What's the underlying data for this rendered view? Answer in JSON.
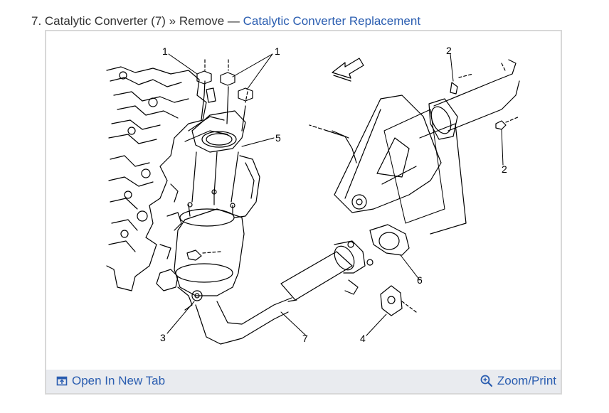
{
  "caption": {
    "prefix": "7. Catalytic Converter (7) » Remove — ",
    "link": "Catalytic Converter Replacement"
  },
  "diagram": {
    "callouts": [
      "1",
      "1",
      "2",
      "2",
      "5",
      "3",
      "7",
      "4",
      "6"
    ]
  },
  "footer": {
    "open_label": "Open In New Tab",
    "zoom_label": "Zoom/Print"
  },
  "colors": {
    "link": "#2a5db0",
    "footer_bg": "#e9ebef",
    "frame_border": "#d8d8d8"
  },
  "icons": [
    "open-new-tab-icon",
    "zoom-icon"
  ]
}
